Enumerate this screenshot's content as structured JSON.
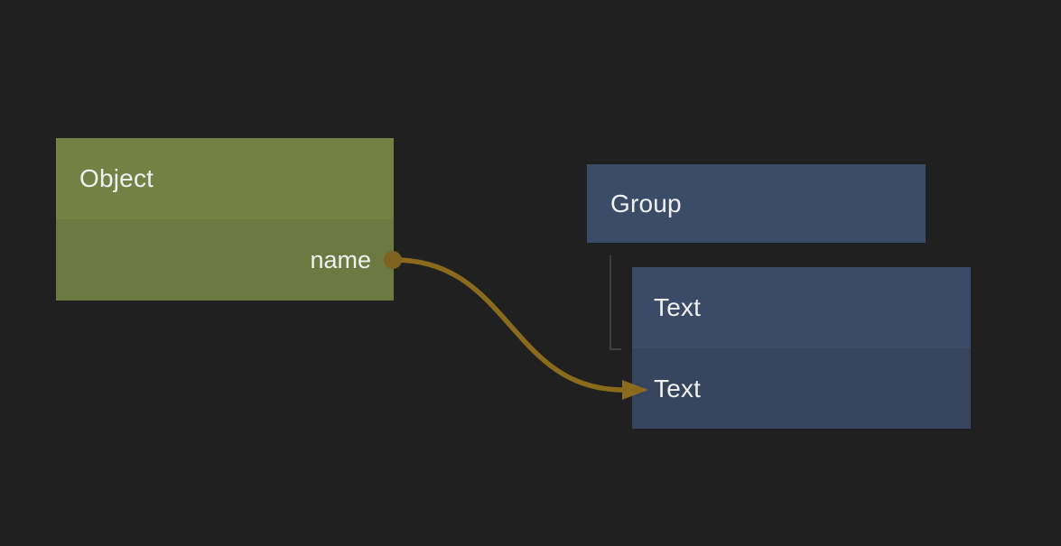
{
  "canvas": {
    "background_color": "#202020",
    "label_text_color": "#f0f0f0"
  },
  "object_node": {
    "title": "Object",
    "port_label": "name",
    "header_color": "#738145",
    "body_color": "#6c7940"
  },
  "group_node": {
    "title": "Group",
    "color": "#3a4c68"
  },
  "text_node": {
    "header_label": "Text",
    "row_label": "Text",
    "header_color": "#3b4a66",
    "body_color": "#37445d"
  },
  "edge": {
    "color": "#8a6a1c",
    "port_color": "#7d6220"
  },
  "hierarchy_connector": {
    "color": "#3e3e3e"
  }
}
